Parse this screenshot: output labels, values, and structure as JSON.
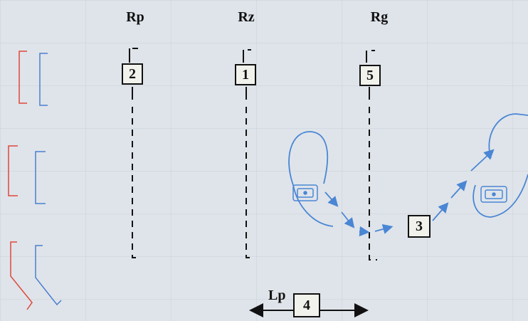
{
  "columns": [
    {
      "title": "Rp",
      "box_number": "2"
    },
    {
      "title": "Rz",
      "box_number": "1"
    },
    {
      "title": "Rg",
      "box_number": "5"
    }
  ],
  "boxes": {
    "box_3": "3",
    "box_4": "4"
  },
  "lp_label": "Lp",
  "colors": {
    "background": "#dfe4ea",
    "text": "#111111",
    "red_bracket": "#e0473b",
    "blue_bracket": "#4a7fd0",
    "blue_path": "#4a86d4"
  }
}
